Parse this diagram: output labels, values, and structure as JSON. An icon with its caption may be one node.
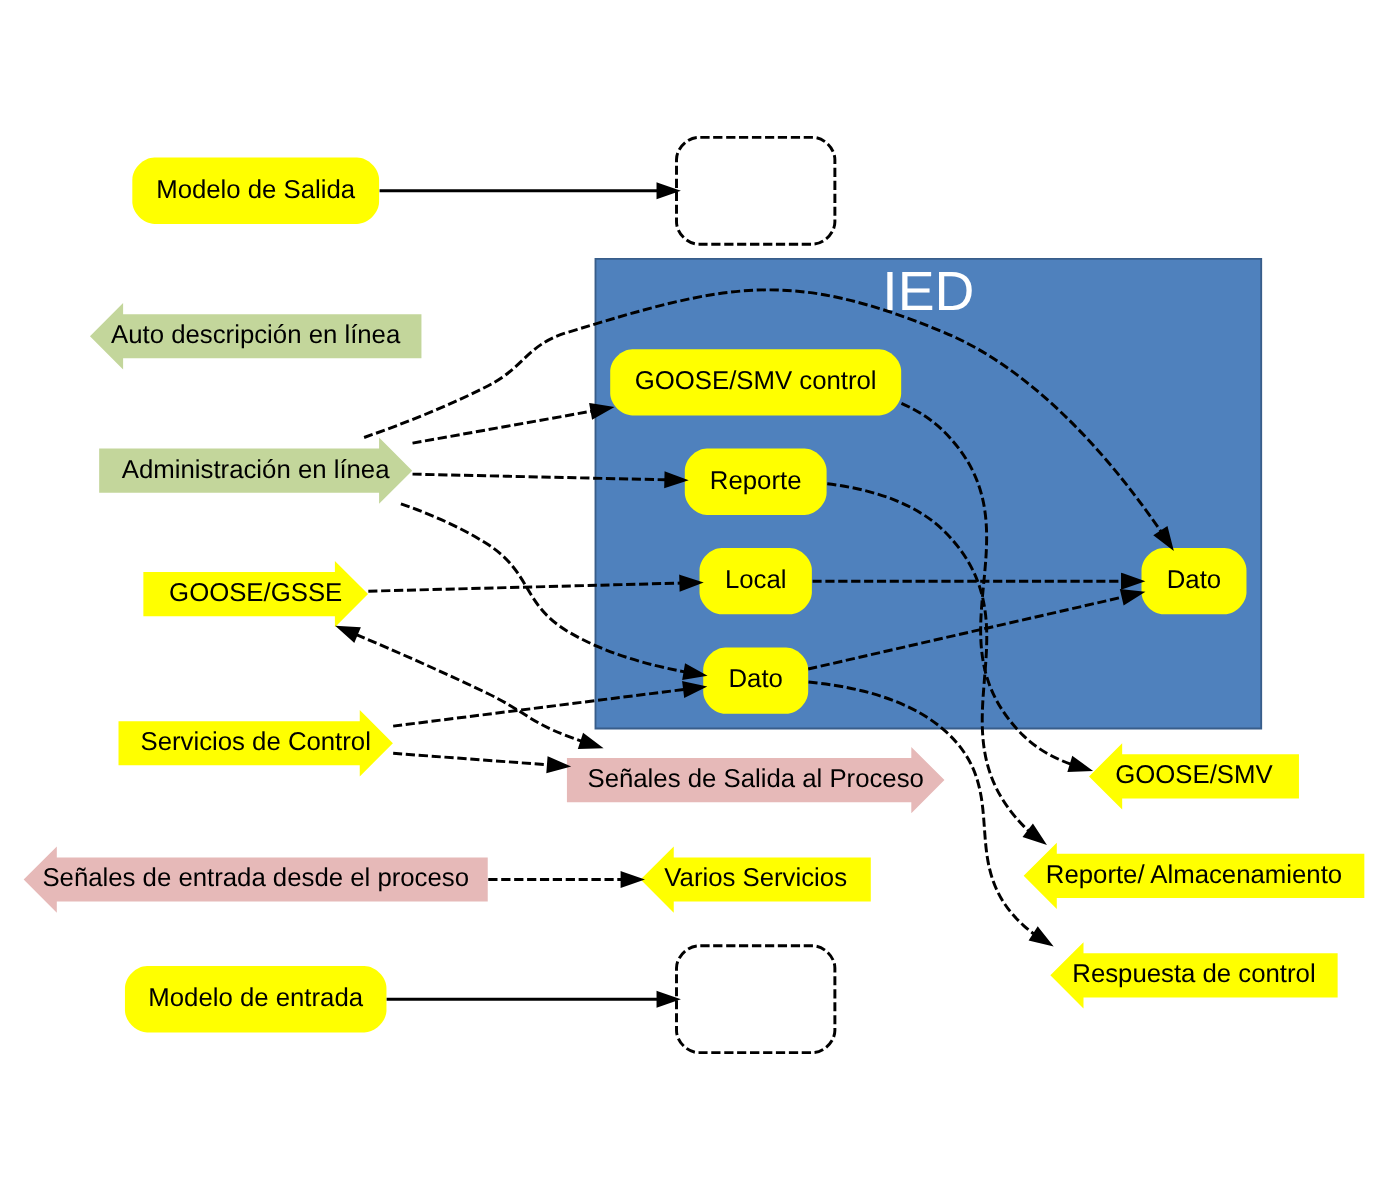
{
  "diagram": {
    "nodes": [
      {
        "text": [
          "Modelo de Salida"
        ]
      },
      {
        "text": [],
        "shape": "box"
      },
      {
        "text": [
          "IED"
        ]
      },
      {
        "text": [
          "Servicios de Control"
        ]
      },
      {
        "text": [
          "Respuesta de control"
        ]
      },
      {
        "text": [
          "GOOSE/GSSE"
        ]
      },
      {
        "text": [
          "Dato"
        ],
        "in": 2
      },
      {
        "text": [
          "Local"
        ],
        "in": 2
      },
      {
        "text": [
          "Señales de Salida al Proceso"
        ]
      },
      {
        "text": [
          "Administración en línea"
        ]
      },
      {
        "text": [
          "Auto descripción en línea"
        ]
      },
      {
        "text": [
          "Reporte"
        ],
        "in": 2
      },
      {
        "text": [
          "Dato"
        ],
        "in": 2
      },
      {
        "text": [
          "GOOSE/SMV control"
        ],
        "in": 2
      },
      {
        "text": [
          "Reporte/ Almacenamiento"
        ]
      },
      {
        "text": [
          "Varios Servicios"
        ]
      },
      {
        "text": [
          "GOOSE/SMV"
        ]
      },
      {
        "text": [
          "Señales de entrada desde el proceso"
        ]
      },
      {
        "text": [],
        "shape": "box"
      },
      {
        "text": [
          "Modelo de entrada"
        ]
      }
    ],
    "edges": [
      {
        "from": 0,
        "to": 1,
        "arrow": "to"
      },
      {
        "from": 3,
        "to": 6,
        "arrow": "to",
        "style": "dashed"
      },
      {
        "from": 6,
        "to": 4,
        "arrow": "to",
        "style": "dashed"
      },
      {
        "from": 3,
        "to": 8,
        "arrow": "to",
        "style": "dashed"
      },
      {
        "from": 5,
        "to": 7,
        "arrow": "to",
        "style": "dashed"
      },
      {
        "from": 5,
        "to": 8,
        "arrow": "both",
        "style": "dashed"
      },
      {
        "from": 9,
        "to": 6,
        "arrow": "to",
        "style": "dashed"
      },
      {
        "from": 6,
        "to": 12,
        "arrow": "to",
        "style": "dashed"
      },
      {
        "from": 7,
        "to": 12,
        "arrow": "to",
        "style": "dashed"
      },
      {
        "from": 9,
        "to": 11,
        "arrow": "to",
        "style": "dashed"
      },
      {
        "from": 9,
        "to": 12,
        "arrow": "to",
        "style": "dashed"
      },
      {
        "from": 9,
        "to": 13,
        "arrow": "to",
        "style": "dashed"
      },
      {
        "from": 11,
        "to": 14,
        "arrow": "to",
        "style": "dashed"
      },
      {
        "from": 17,
        "to": 15,
        "arrow": "to",
        "style": "dashed"
      },
      {
        "from": 13,
        "to": 16,
        "arrow": "to",
        "style": "dashed"
      },
      {
        "from": 19,
        "to": 18,
        "arrow": "to"
      }
    ]
  }
}
